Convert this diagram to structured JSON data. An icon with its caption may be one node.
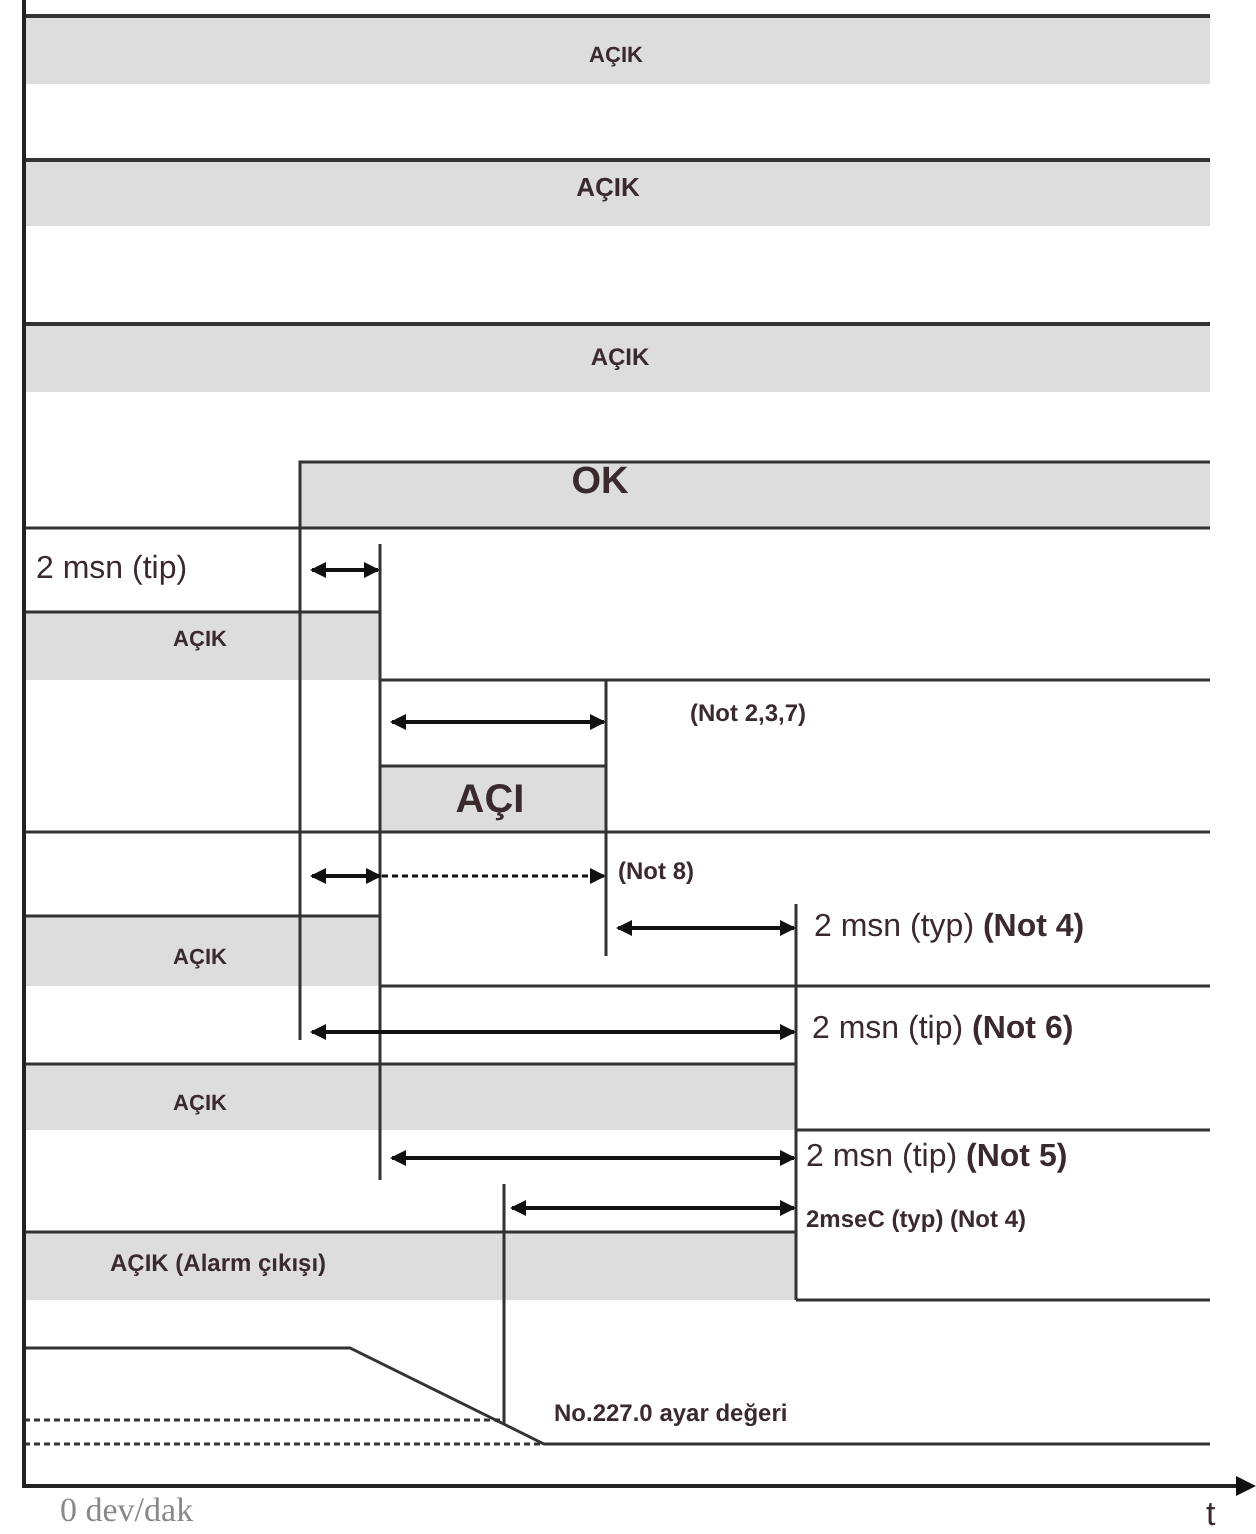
{
  "diagram": {
    "labels": [
      "AÇIK",
      "AÇIK",
      "AÇIK",
      "OK",
      "2 msn (tip)",
      "AÇIK",
      "(Not 2,3,7)",
      "AÇI",
      "(Not 8)",
      "2 msn (typ) **(Not 4)**",
      "AÇIK",
      "2 msn (tip) **(Not 6)**",
      "AÇIK",
      "2 msn (tip) **(Not 5)**",
      "2mseC (typ) (Not 4)",
      "AÇIK (Alarm çıkışı)",
      "No.227.0 ayar değeri",
      "0 dev/dak",
      "t"
    ]
  }
}
